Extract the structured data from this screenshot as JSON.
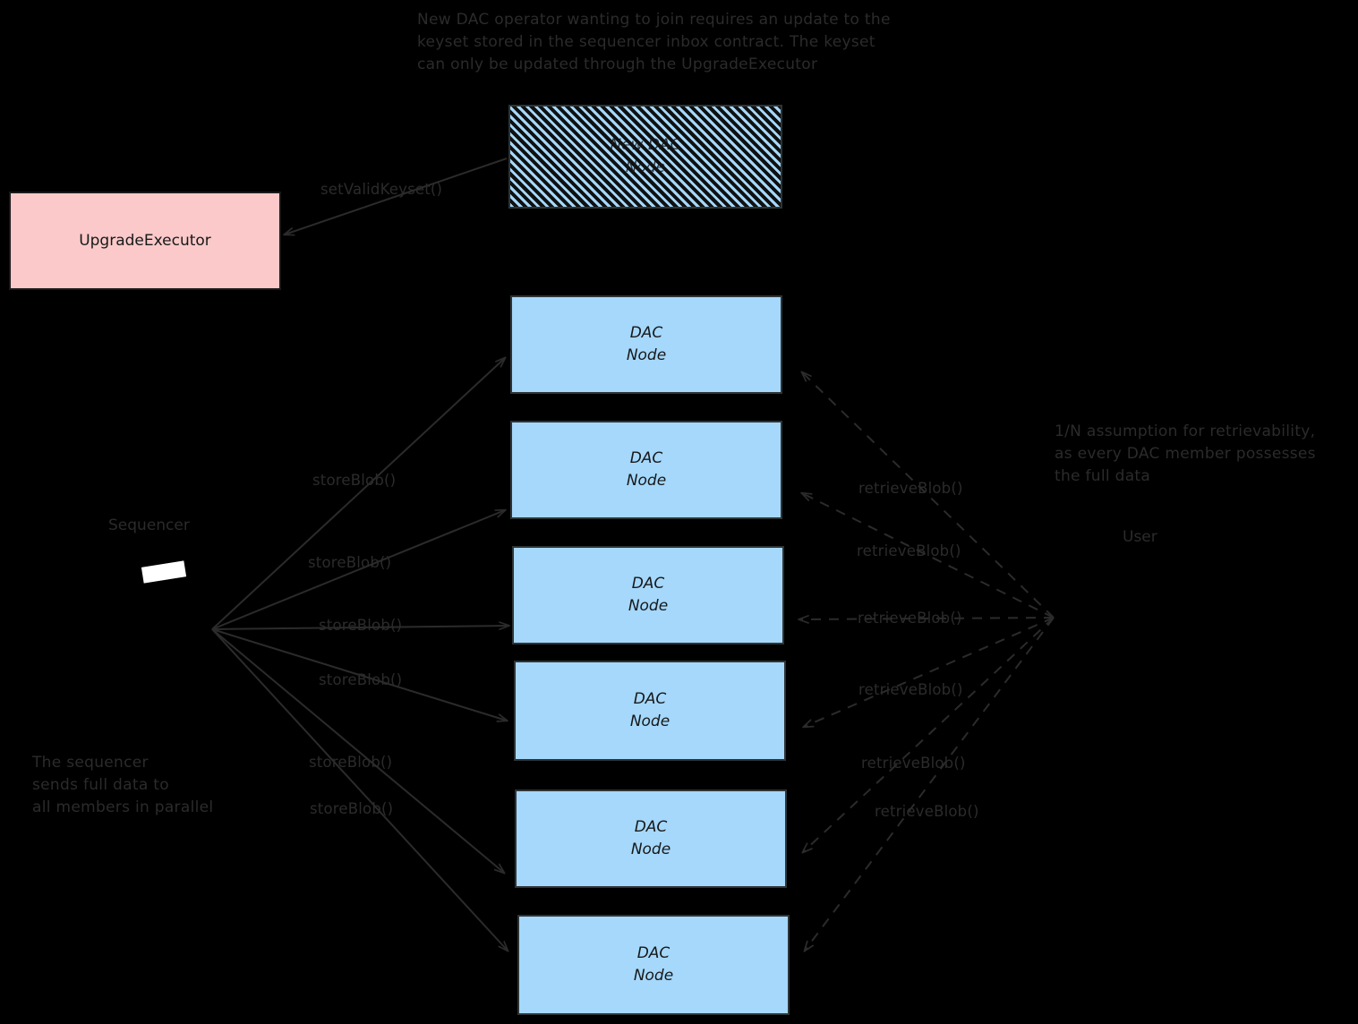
{
  "diagram": {
    "title_note": "New DAC operator wanting to join requires an update to the\nkeyset stored in the sequencer inbox contract. The keyset\ncan only be updated through the UpgradeExecutor",
    "sequencer_note": "The sequencer\nsends full data to\nall members in parallel",
    "retrievability_note": "1/N assumption for retrievability,\nas every DAC member possesses\nthe full data",
    "sequencer_label": "Sequencer",
    "user_label": "User",
    "new_node": {
      "line1": "New DAC",
      "line2": "Node"
    },
    "upgrade_executor": "UpgradeExecutor",
    "set_valid_keyset": "setValidKeyset()",
    "dac_nodes": [
      {
        "line1": "DAC",
        "line2": "Node"
      },
      {
        "line1": "DAC",
        "line2": "Node"
      },
      {
        "line1": "DAC",
        "line2": "Node"
      },
      {
        "line1": "DAC",
        "line2": "Node"
      },
      {
        "line1": "DAC",
        "line2": "Node"
      },
      {
        "line1": "DAC",
        "line2": "Node"
      }
    ],
    "store_blob_labels": [
      "storeBlob()",
      "storeBlob()",
      "storeBlob()",
      "storeBlob()",
      "storeBlob()",
      "storeBlob()"
    ],
    "retrieve_blob_labels": [
      "retrieveBlob()",
      "retrieveBlob()",
      "retrieveBlob()",
      "retrieveBlob()",
      "retrieveBlob()",
      "retrieveBlob()"
    ],
    "colors": {
      "background": "#000000",
      "node_fill": "#a5d8fb",
      "node_stroke": "#2e3436",
      "upgrade_fill": "#fbc9c9",
      "upgrade_stroke": "#1a1a1a",
      "text": "#2b2b2b",
      "arrow": "#2b2b2b"
    }
  }
}
